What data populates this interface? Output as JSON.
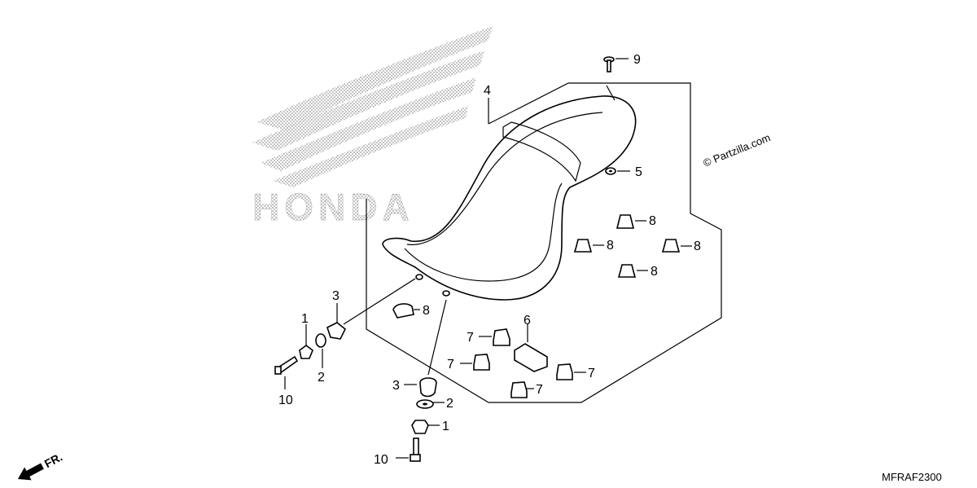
{
  "watermark": {
    "brand": "HONDA",
    "color": "#c8c8c8"
  },
  "copyright": "© Partzilla.com",
  "diagram_code": "MFRAF2300",
  "direction_label": "FR.",
  "callouts": {
    "c9": "9",
    "c4": "4",
    "c5": "5",
    "c8a": "8",
    "c8b": "8",
    "c8c": "8",
    "c8d": "8",
    "c8e": "8",
    "c3a": "3",
    "c1a": "1",
    "c2a": "2",
    "c10a": "10",
    "c6": "6",
    "c7a": "7",
    "c7b": "7",
    "c7c": "7",
    "c7d": "7",
    "c3b": "3",
    "c2b": "2",
    "c1b": "1",
    "c10b": "10"
  }
}
